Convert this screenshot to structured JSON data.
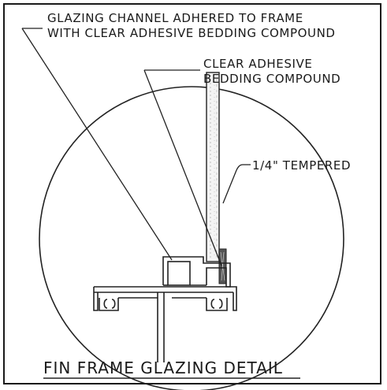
{
  "diagram": {
    "labels": {
      "glazing_channel_line1": "GLAZING CHANNEL ADHERED TO FRAME",
      "glazing_channel_line2": "WITH CLEAR ADHESIVE BEDDING COMPOUND",
      "bedding_line1": "CLEAR ADHESIVE",
      "bedding_line2": "BEDDING COMPOUND",
      "glass": "1/4\" TEMPERED"
    },
    "title": "FIN FRAME GLAZING DETAIL"
  }
}
